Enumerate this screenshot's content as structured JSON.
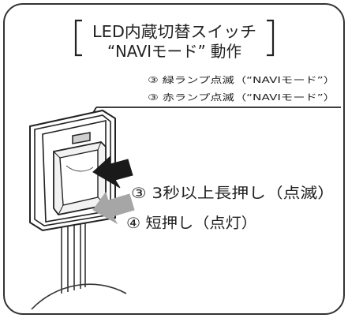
{
  "title": {
    "line1": "LED内蔵切替スイッチ",
    "line2": "“NAVIモード” 動作"
  },
  "notes": {
    "green": "③ 緑ランプ点滅（“NAVIモード”）",
    "red": "③ 赤ランプ点滅（“NAVIモード”）"
  },
  "steps": {
    "long_press": "③ 3秒以上長押し（点滅）",
    "short_press": "④ 短押し（点灯）"
  },
  "colors": {
    "frame": "#333333",
    "arrow_long_press": "#1a1a1a",
    "arrow_short_press": "#a6a6a6",
    "switch_face": "#f2f2f2",
    "lamp": "#cfcfcf"
  }
}
